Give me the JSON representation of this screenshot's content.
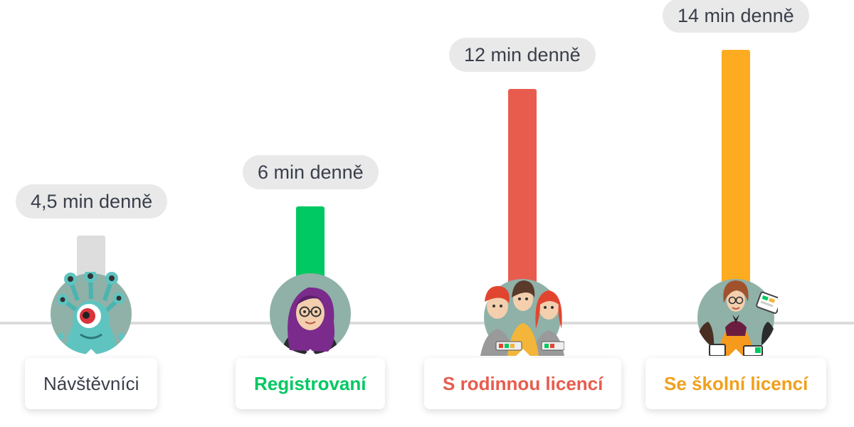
{
  "chart_data": {
    "type": "bar",
    "categories": [
      "Návštěvníci",
      "Registrovaní",
      "S rodinnou licencí",
      "Se školní licencí"
    ],
    "values": [
      4.5,
      6,
      12,
      14
    ],
    "value_labels": [
      "4,5 min denně",
      "6 min denně",
      "12 min denně",
      "14 min denně"
    ],
    "colors": [
      "#dddddd",
      "#00c862",
      "#e85c4e",
      "#fdab21"
    ],
    "label_colors": [
      "#3a3f4a",
      "#00c862",
      "#e85c4e",
      "#f0a01e"
    ],
    "avatars": [
      "monster-avatar",
      "registered-user-avatar",
      "family-avatar",
      "teacher-avatar"
    ],
    "grid": false,
    "legend": "none"
  }
}
